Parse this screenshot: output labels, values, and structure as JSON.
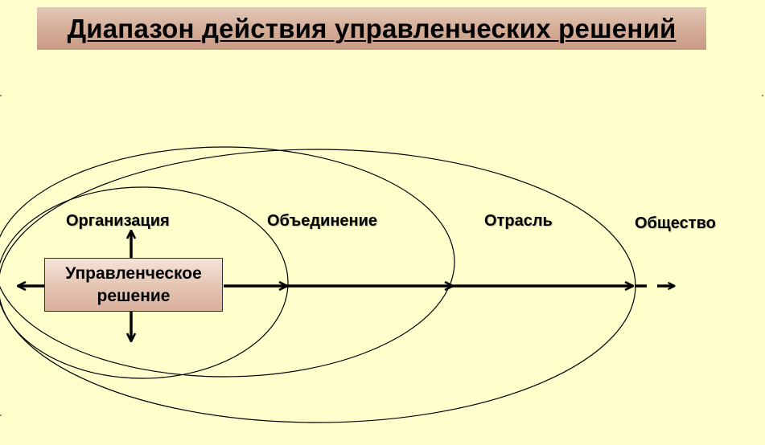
{
  "title": "Диапазон действия управленческих решений",
  "decision": "Управленческое\nрешение",
  "scopes": {
    "organization": "Организация",
    "association": "Объединение",
    "industry": "Отрасль",
    "society": "Общество"
  },
  "colors": {
    "background": "#ffffcc",
    "title_banner": "#d6b09b",
    "box_fill": "#e6c7b5",
    "stroke": "#000000"
  }
}
